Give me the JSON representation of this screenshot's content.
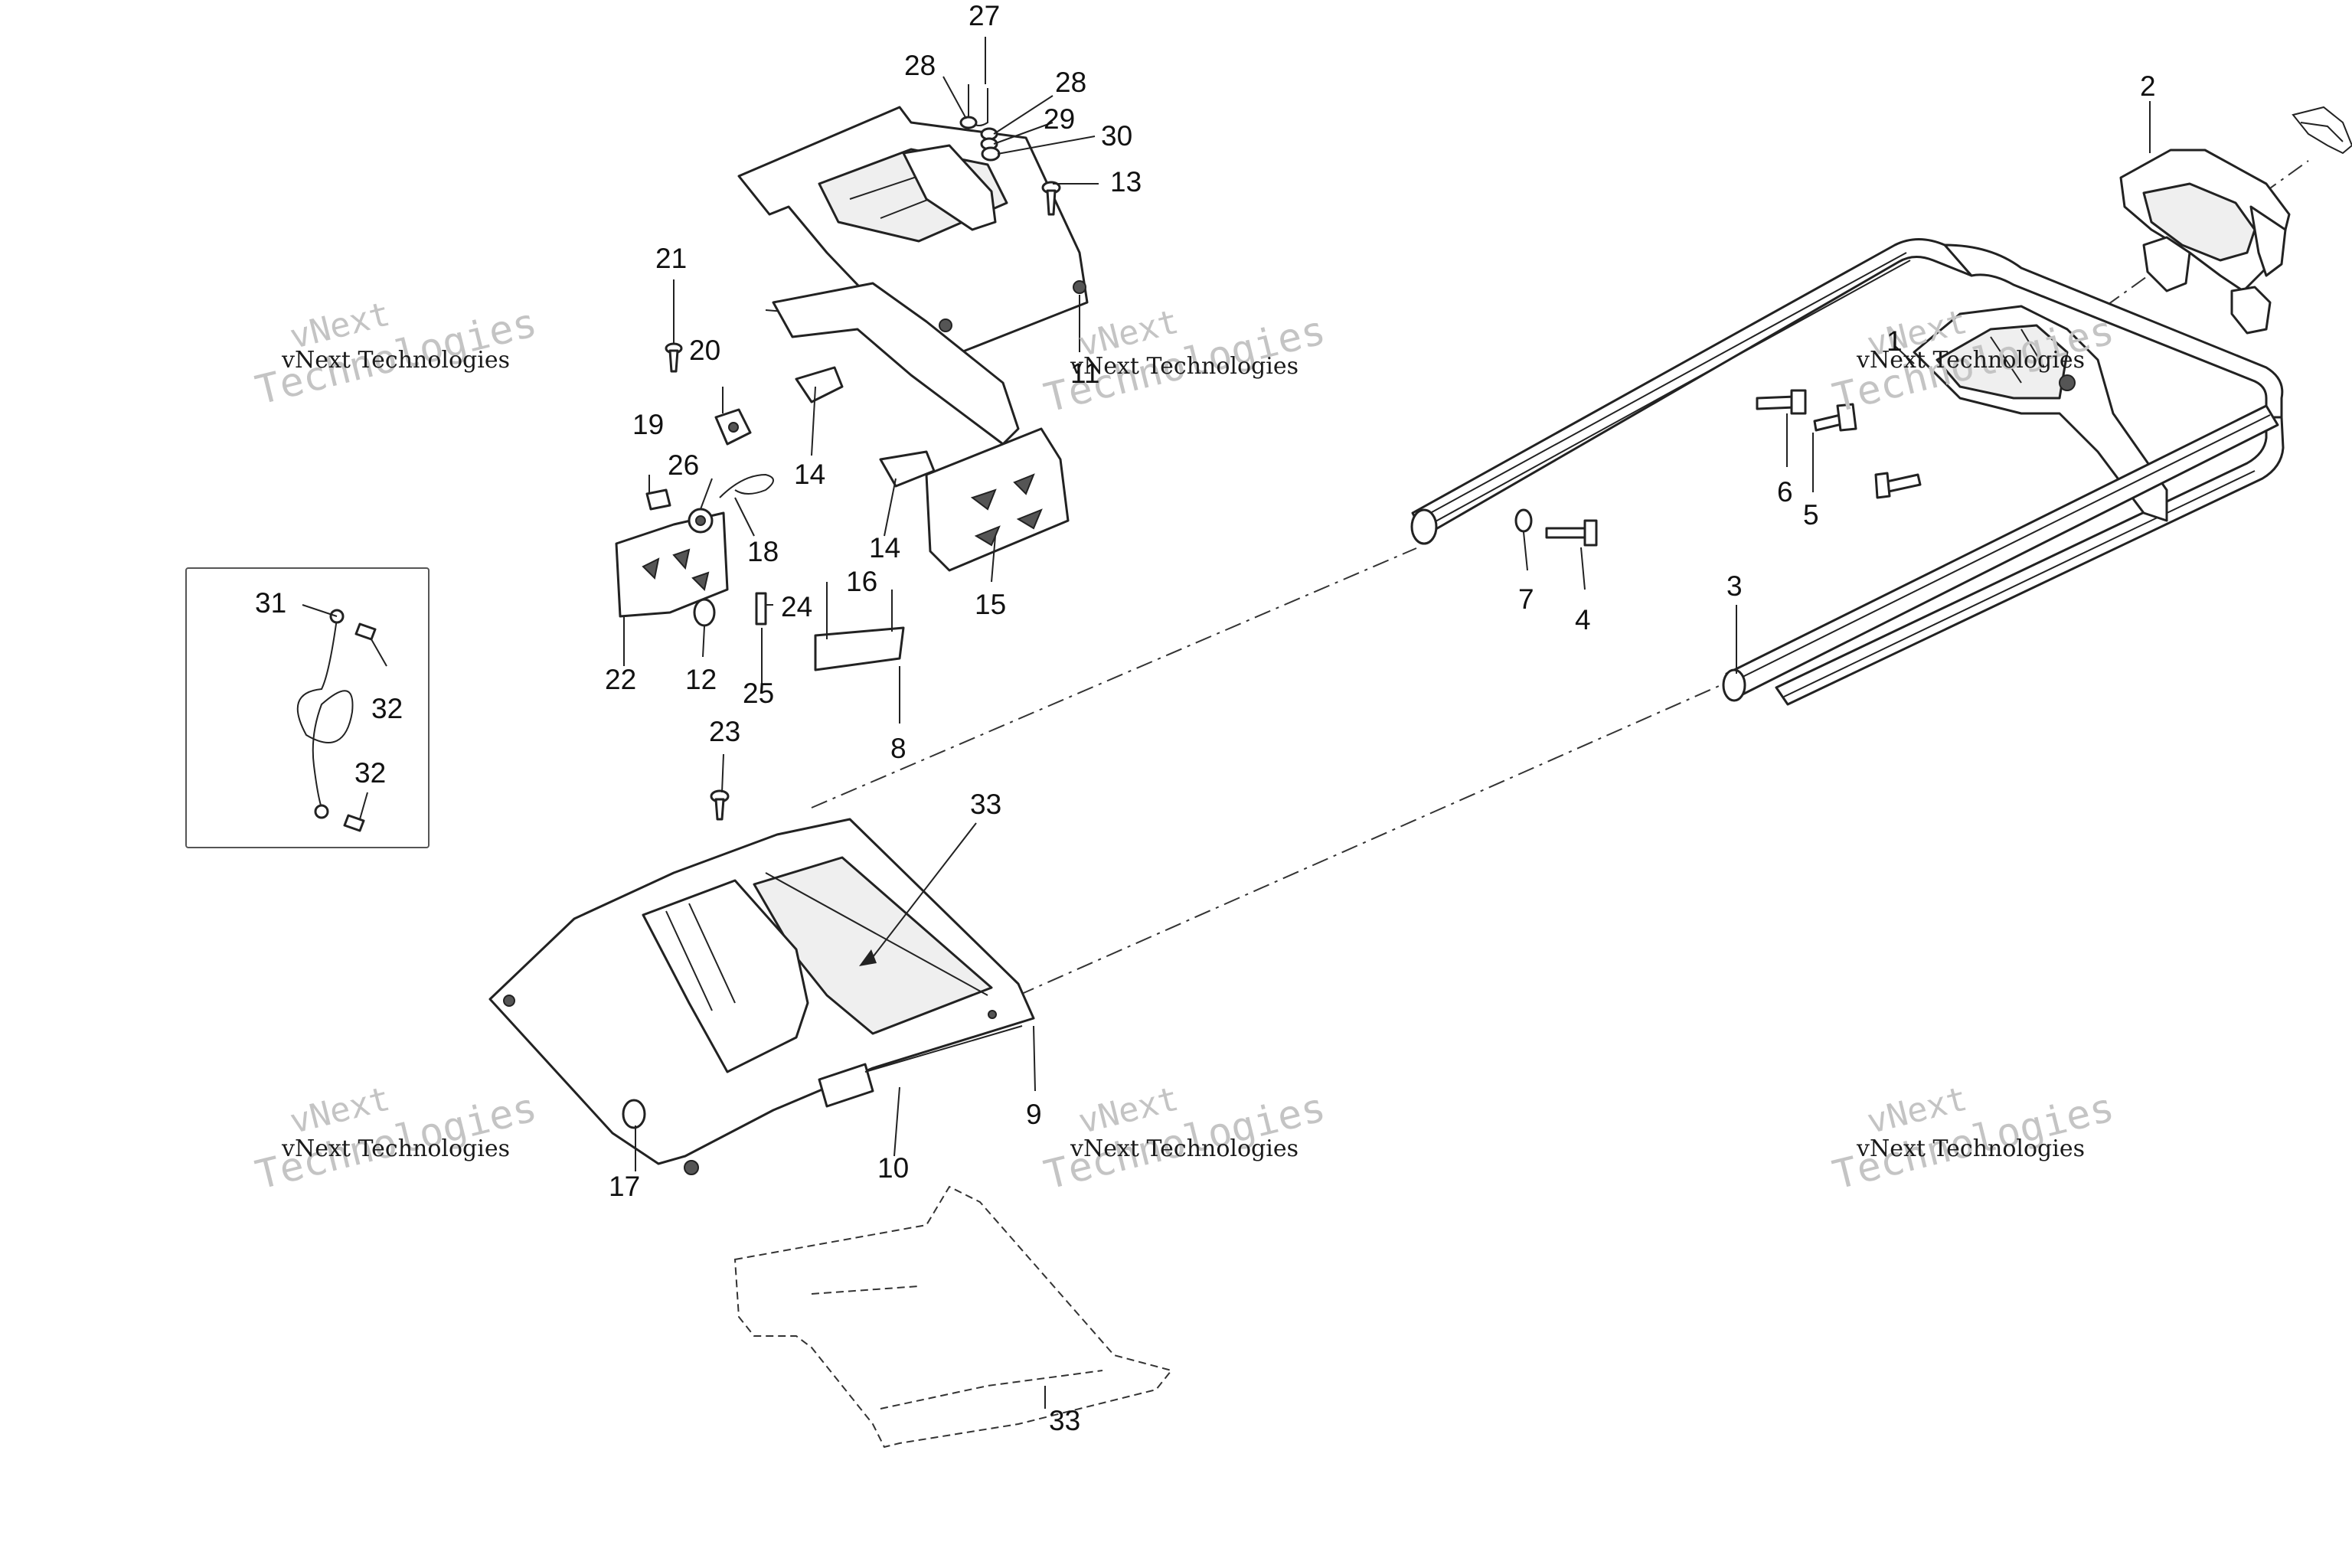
{
  "diagram": {
    "watermarks": [
      {
        "line1": "vNext",
        "line2": "Technologies"
      },
      {
        "line1": "vNext",
        "line2": "Technologies"
      },
      {
        "line1": "vNext",
        "line2": "Technologies"
      },
      {
        "line1": "vNext",
        "line2": "Technologies"
      },
      {
        "line1": "vNext",
        "line2": "Technologies"
      },
      {
        "line1": "vNext",
        "line2": "Technologies"
      }
    ],
    "callouts": {
      "c1": "1",
      "c2": "2",
      "c3": "3",
      "c4": "4",
      "c5": "5",
      "c6": "6",
      "c7": "7",
      "c8": "8",
      "c9": "9",
      "c10": "10",
      "c11": "11",
      "c12": "12",
      "c13": "13",
      "c14a": "14",
      "c14b": "14",
      "c15": "15",
      "c16": "16",
      "c17": "17",
      "c18": "18",
      "c19": "19",
      "c20": "20",
      "c21": "21",
      "c22": "22",
      "c23": "23",
      "c24": "24",
      "c25": "25",
      "c26": "26",
      "c27": "27",
      "c28a": "28",
      "c28b": "28",
      "c29": "29",
      "c30": "30",
      "c31": "31",
      "c32a": "32",
      "c32b": "32",
      "c33a": "33",
      "c33b": "33"
    }
  }
}
